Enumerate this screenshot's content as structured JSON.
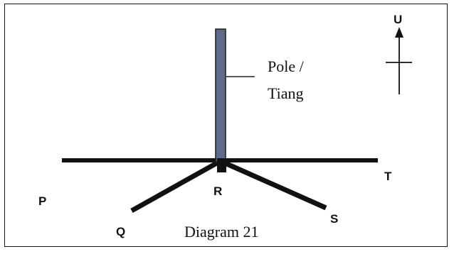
{
  "diagram": {
    "points": {
      "p": "P",
      "q": "Q",
      "r": "R",
      "s": "S",
      "t": "T"
    },
    "pole_label_line1": "Pole /",
    "pole_label_line2": "Tiang",
    "north_label": "U",
    "caption": "Diagram 21"
  },
  "colors": {
    "pole_fill": "#5f6b8a",
    "pole_outline": "#1a1a1a",
    "ground_line": "#111111",
    "frame_border": "#111111"
  }
}
